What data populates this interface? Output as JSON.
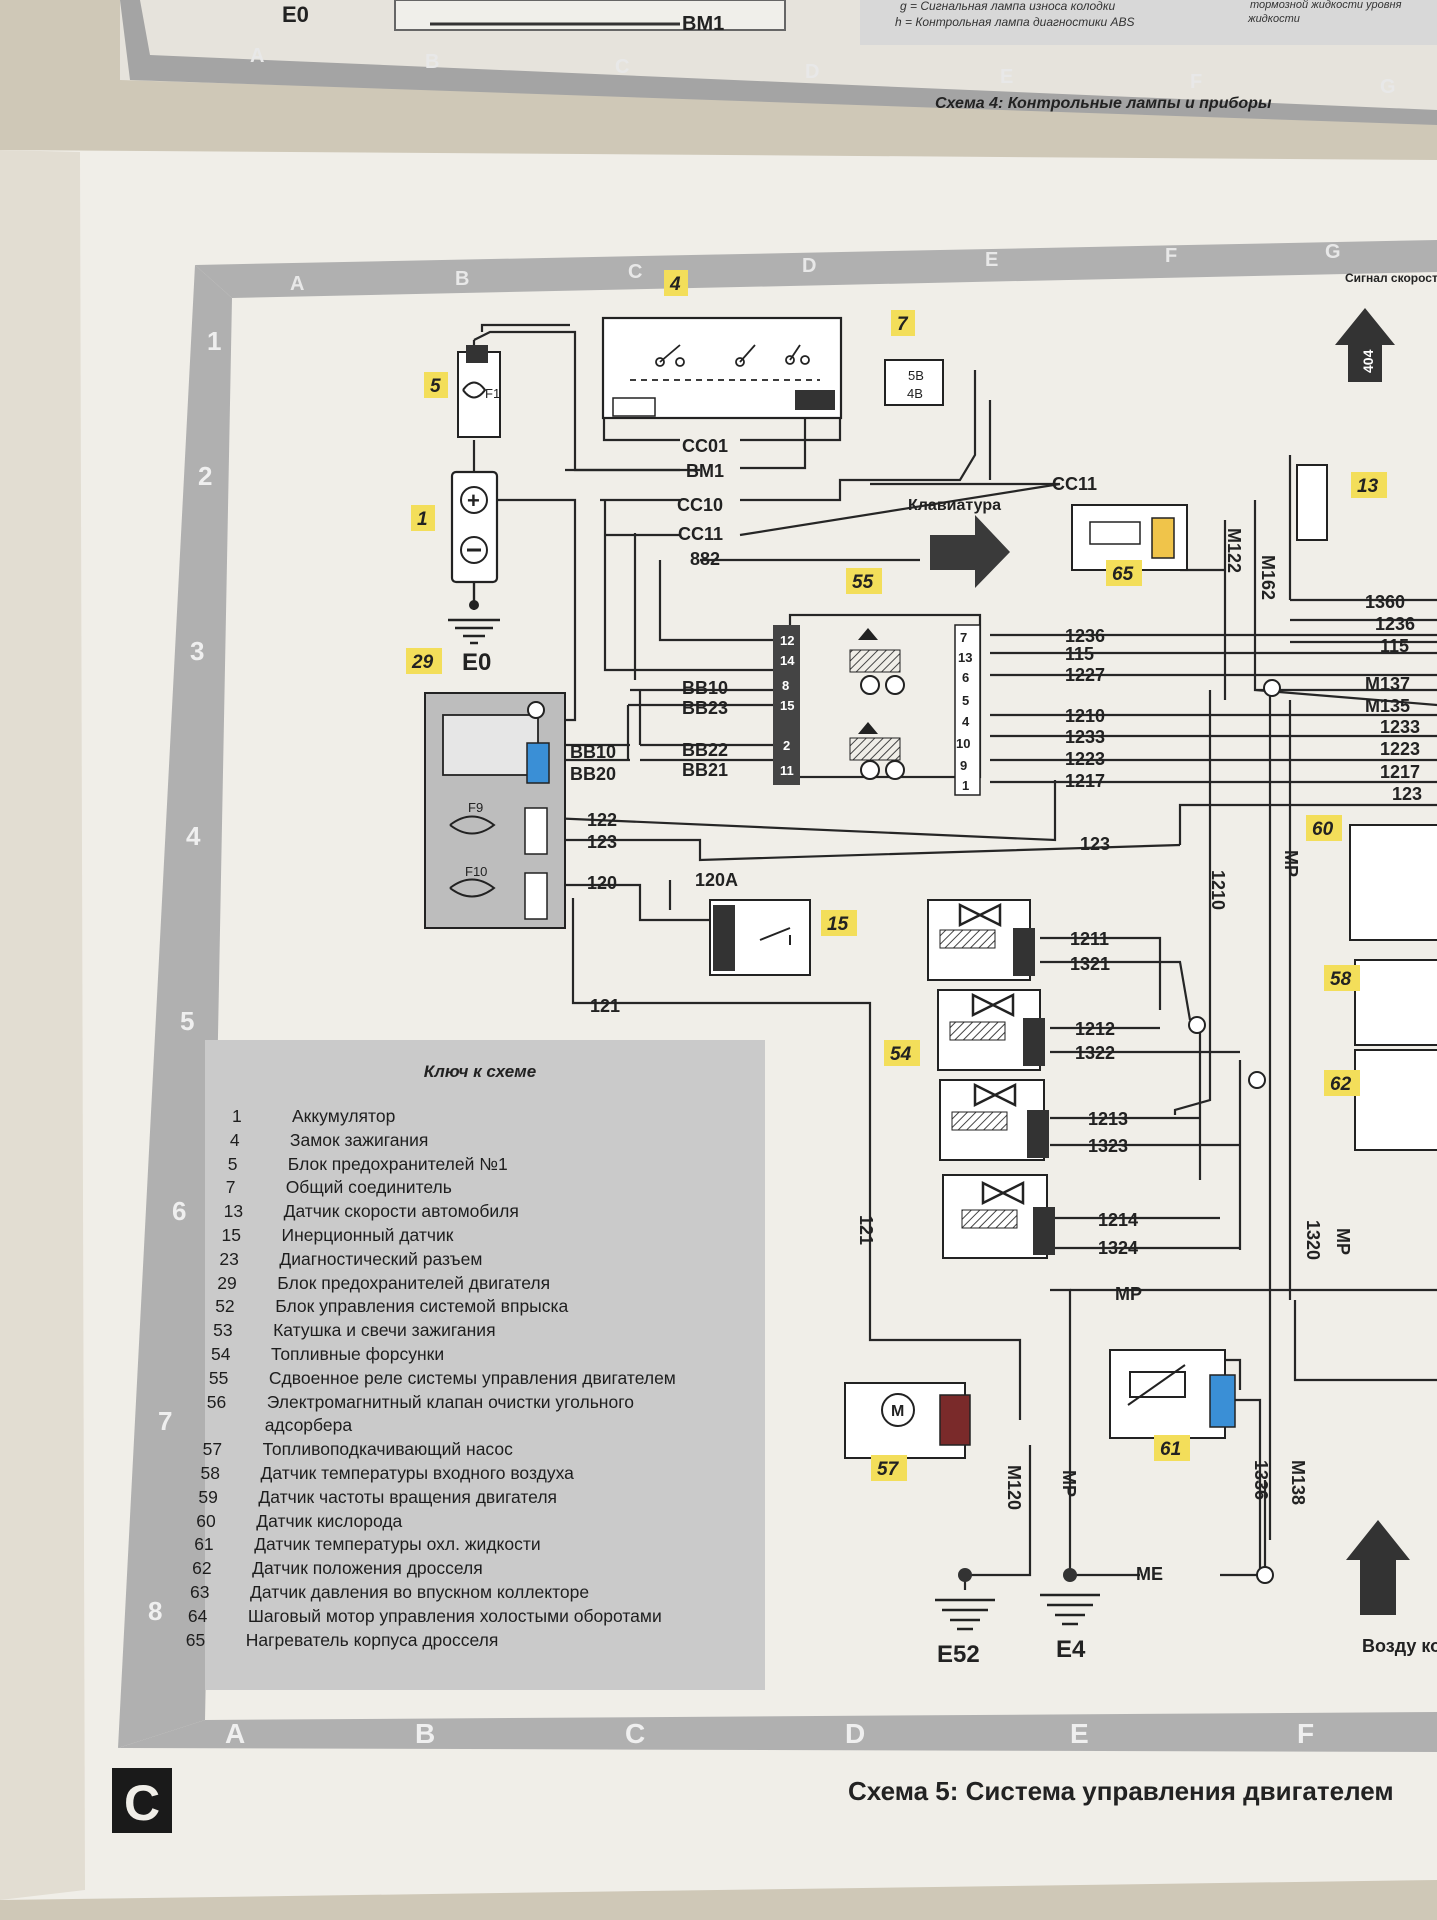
{
  "top_page": {
    "caption": "Схема 4: Контрольные лампы и приборы",
    "labels": [
      "E0",
      "BM1"
    ],
    "legend_fragments": [
      "g = Сигнальная лампа износа колодки",
      "h = Контрольная лампа диагностики ABS",
      "тормозной жидкости уровня",
      "жидкости"
    ],
    "column_letters": [
      "A",
      "B",
      "C",
      "D",
      "E",
      "F",
      "G"
    ]
  },
  "diagram": {
    "caption": "Схема 5: Система управления двигателем",
    "page_marker": "C",
    "column_letters": [
      "A",
      "B",
      "C",
      "D",
      "E",
      "F",
      "G"
    ],
    "bottom_column_letters": [
      "A",
      "B",
      "C",
      "D",
      "E",
      "F"
    ],
    "row_numbers": [
      "1",
      "2",
      "3",
      "4",
      "5",
      "6",
      "7",
      "8"
    ],
    "component_numbers": [
      "4",
      "5",
      "7",
      "1",
      "29",
      "55",
      "65",
      "13",
      "15",
      "54",
      "57",
      "61",
      "60",
      "58",
      "62"
    ],
    "grounds": [
      "E0",
      "E52",
      "E4"
    ],
    "arrow_labels": {
      "keyboard": "Клавиатура",
      "speed_signal": "Сигнал скорости",
      "speed_signal_value": "404",
      "air_cond": "Возду кондиц"
    },
    "wire_labels": [
      "CC01",
      "BM1",
      "CC10",
      "CC11",
      "882",
      "CC11",
      "BB10",
      "BB23",
      "BB22",
      "BB21",
      "BB10",
      "BB20",
      "122",
      "123",
      "120",
      "120A",
      "121",
      "121",
      "1236",
      "115",
      "1227",
      "1210",
      "1233",
      "1223",
      "1217",
      "123",
      "1210",
      "1360",
      "1236",
      "115",
      "M137",
      "M135",
      "1233",
      "1223",
      "1217",
      "123",
      "M122",
      "M162",
      "MP",
      "MP",
      "1320",
      "MP",
      "1211",
      "1321",
      "1212",
      "1322",
      "1213",
      "1323",
      "1214",
      "1324",
      "M120",
      "MP",
      "ME",
      "1336",
      "M138"
    ],
    "fuse_labels": [
      "F1",
      "F9",
      "F10"
    ],
    "pin_numbers": [
      "12",
      "14",
      "8",
      "15",
      "2",
      "11",
      "7",
      "13",
      "6",
      "5",
      "4",
      "10",
      "9",
      "1"
    ]
  },
  "key": {
    "title": "Ключ к схеме",
    "items": [
      {
        "num": "1",
        "text": "Аккумулятор"
      },
      {
        "num": "4",
        "text": "Замок зажигания"
      },
      {
        "num": "5",
        "text": "Блок предохранителей №1"
      },
      {
        "num": "7",
        "text": "Общий соединитель"
      },
      {
        "num": "13",
        "text": "Датчик скорости автомобиля"
      },
      {
        "num": "15",
        "text": "Инерционный датчик"
      },
      {
        "num": "23",
        "text": "Диагностический разъем"
      },
      {
        "num": "29",
        "text": "Блок предохранителей двигателя"
      },
      {
        "num": "52",
        "text": "Блок управления системой впрыска"
      },
      {
        "num": "53",
        "text": "Катушка и свечи зажигания"
      },
      {
        "num": "54",
        "text": "Топливные форсунки"
      },
      {
        "num": "55",
        "text": "Сдвоенное реле системы управления двигателем"
      },
      {
        "num": "56",
        "text": "Электромагнитный клапан очистки угольного"
      },
      {
        "num": "",
        "text": "адсорбера"
      },
      {
        "num": "57",
        "text": "Топливоподкачивающий насос"
      },
      {
        "num": "58",
        "text": "Датчик температуры входного воздуха"
      },
      {
        "num": "59",
        "text": "Датчик частоты вращения двигателя"
      },
      {
        "num": "60",
        "text": "Датчик кислорода"
      },
      {
        "num": "61",
        "text": "Датчик температуры охл. жидкости"
      },
      {
        "num": "62",
        "text": "Датчик положения дросселя"
      },
      {
        "num": "63",
        "text": "Датчик давления во впускном коллекторе"
      },
      {
        "num": "64",
        "text": "Шаговый мотор управления холостыми оборотами"
      },
      {
        "num": "65",
        "text": "Нагреватель корпуса дросселя"
      }
    ]
  },
  "colors": {
    "paper": "#e8e6df",
    "frame": "#a9a9a9",
    "wire": "#222222",
    "label_yellow": "#f3de5a",
    "connector_blue": "#3a8fd6",
    "connector_red": "#8a2a2a"
  }
}
